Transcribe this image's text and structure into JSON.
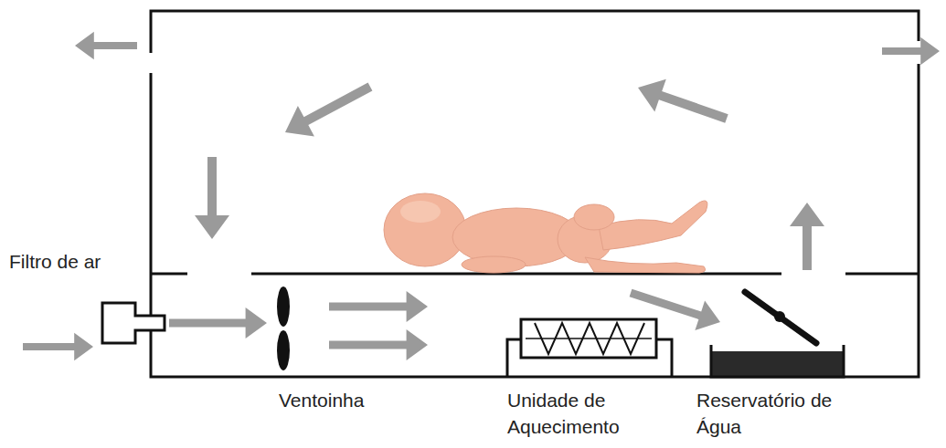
{
  "diagram": {
    "labels": [
      "Filtro de ar",
      "Ventoinha",
      "Unidade de Aquecimento",
      "Reservatório de Água"
    ]
  }
}
